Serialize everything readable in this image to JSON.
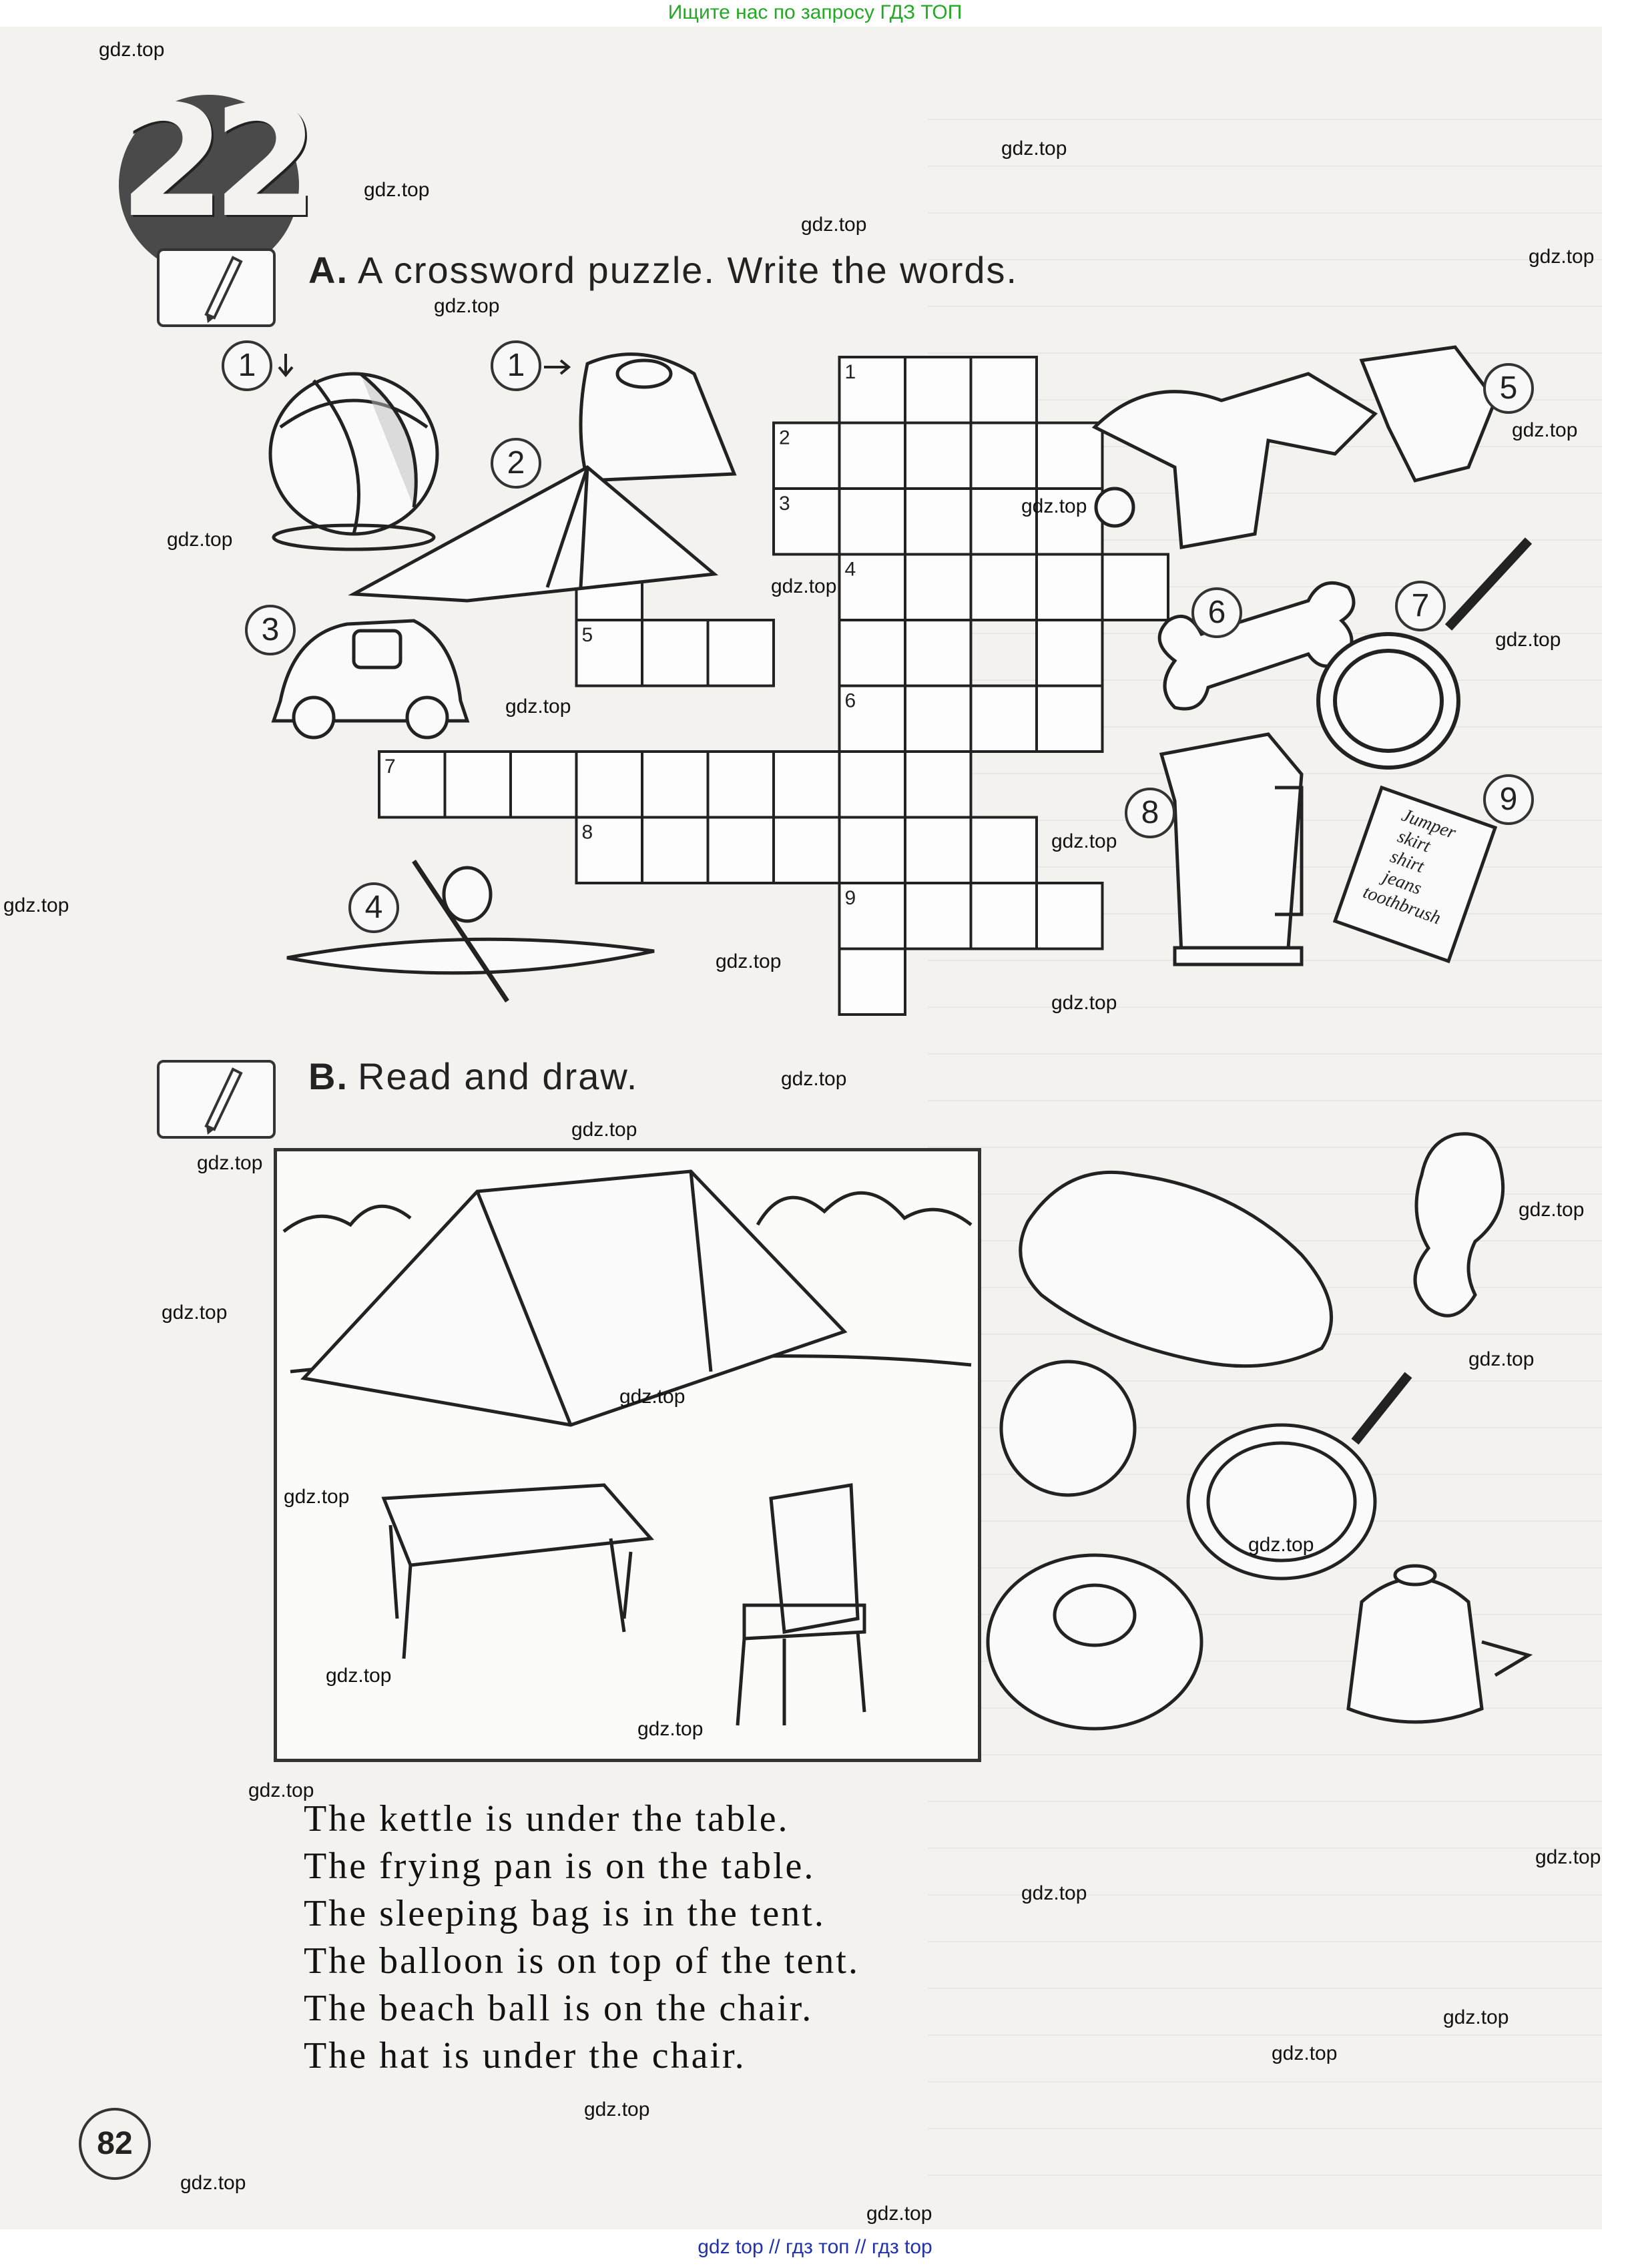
{
  "banner_top": "Ищите нас по запросу ГДЗ ТОП",
  "banner_bottom": "gdz top  //  гдз топ  //  гдз top",
  "lesson_number": "22",
  "section_a": {
    "letter": "A.",
    "title": "A crossword puzzle. Write the words."
  },
  "section_b": {
    "letter": "B.",
    "title": "Read and draw."
  },
  "clue_numbers": [
    "1",
    "1",
    "2",
    "3",
    "4",
    "5",
    "6",
    "7",
    "8",
    "9"
  ],
  "grid_numbers": [
    "1",
    "2",
    "3",
    "4",
    "5",
    "6",
    "7",
    "8",
    "9"
  ],
  "note_words": [
    "Jumper",
    "skirt",
    "shirt",
    "jeans",
    "toothbrush"
  ],
  "sentences": [
    "The kettle is under the table.",
    "The frying pan is on the table.",
    "The sleeping bag is in the tent.",
    "The balloon is on top of the tent.",
    "The beach ball is on the chair.",
    "The hat is under the chair."
  ],
  "page_number": "82",
  "watermark": "gdz.top",
  "colors": {
    "banner_top": "#22aa22",
    "banner_bottom": "#2233aa",
    "badge": "#4a4a4a"
  },
  "icons": [
    "pencil-icon",
    "beach-ball-icon",
    "sleeping-bag-icon",
    "tent-icon",
    "car-icon",
    "kayak-icon",
    "clothes-icon",
    "bone-icon",
    "frying-pan-icon",
    "kettle-icon",
    "notepad-icon",
    "balloon-icon",
    "hat-icon",
    "table-icon",
    "chair-icon"
  ]
}
